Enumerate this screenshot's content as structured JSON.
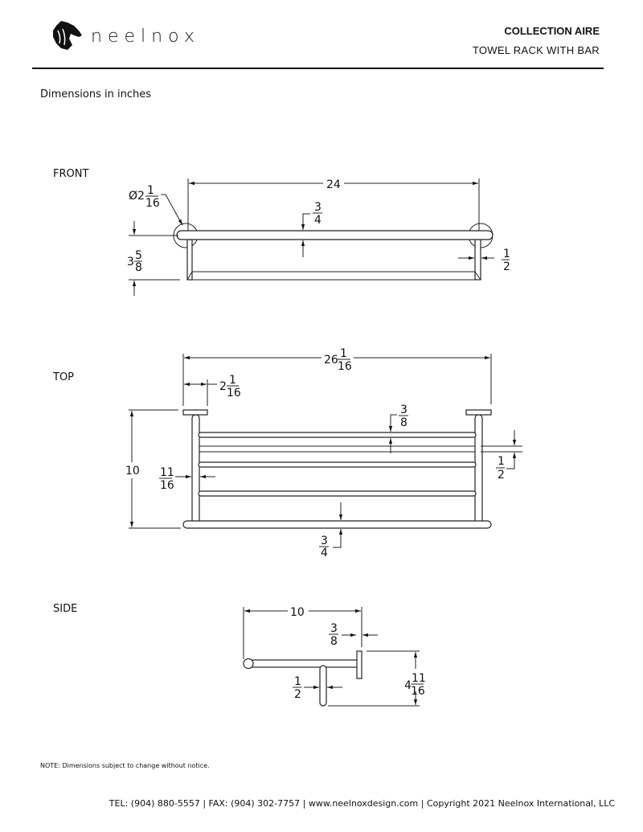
{
  "header": {
    "brand": "neelnox",
    "collection": "COLLECTION AIRE",
    "product": "TOWEL RACK WITH BAR"
  },
  "units_note": "Dimensions in inches",
  "views": {
    "front": {
      "label": "FRONT",
      "width": "24",
      "diameter": {
        "prefix": "Ø2",
        "num": "1",
        "den": "16"
      },
      "bar": {
        "num": "3",
        "den": "4"
      },
      "height": {
        "whole": "3",
        "num": "5",
        "den": "8"
      },
      "post": {
        "num": "1",
        "den": "2"
      }
    },
    "top": {
      "label": "TOP",
      "width": {
        "whole": "26",
        "num": "1",
        "den": "16"
      },
      "mount": {
        "whole": "2",
        "num": "1",
        "den": "16"
      },
      "depth": "10",
      "rail": {
        "num": "3",
        "den": "8"
      },
      "gap": {
        "num": "1",
        "den": "2"
      },
      "post": {
        "num": "11",
        "den": "16"
      },
      "bar": {
        "num": "3",
        "den": "4"
      }
    },
    "side": {
      "label": "SIDE",
      "depth": "10",
      "plate": {
        "num": "3",
        "den": "8"
      },
      "height": {
        "whole": "4",
        "num": "11",
        "den": "16"
      },
      "post": {
        "num": "1",
        "den": "2"
      }
    }
  },
  "note": "NOTE: Dimensions subject to change without notice.",
  "footer": "TEL: (904) 880-5557 | FAX: (904) 302-7757 | www.neelnoxdesign.com | Copyright 2021 Neelnox International, LLC"
}
